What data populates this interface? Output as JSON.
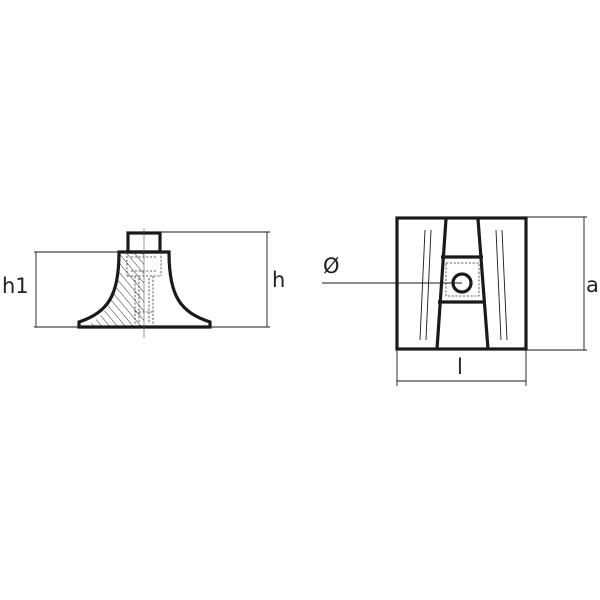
{
  "labels": {
    "h1": "h1",
    "h": "h",
    "diameter": "Ø",
    "a": "a",
    "l": "l"
  },
  "colors": {
    "line": "#1a1a1a",
    "background": "#ffffff"
  }
}
